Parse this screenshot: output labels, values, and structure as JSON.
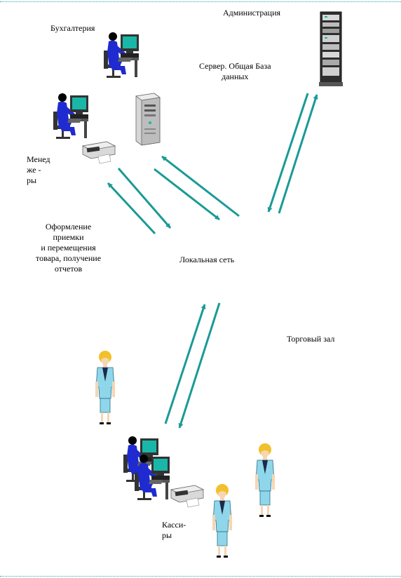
{
  "labels": {
    "administration": "Администрация",
    "server": "Сервер. Общая База\nданных",
    "accounting": "Бухгалтерия",
    "managers": "Менед\nже -\nры",
    "operations": "Оформление\nприемки\nи перемещения\nтовара, получение\nотчетов",
    "lan": "Локальная сеть",
    "sales_floor": "Торговый зал",
    "cashiers": "Касси-\nры"
  },
  "colors": {
    "arrow": "#1a9a96",
    "frame": "#2aa6a6",
    "person_blue": "#1f2bd0",
    "monitor_screen": "#19b7a8",
    "suit": "#8fd6ea",
    "hair": "#f2c02a",
    "skin": "#f5d6b3"
  },
  "icons": [
    "accountant-computer-icon",
    "manager-computer-icon",
    "server-rack-icon",
    "desktop-tower-icon",
    "printer-icon",
    "cashier-computer-icon",
    "saleswoman-icon"
  ]
}
